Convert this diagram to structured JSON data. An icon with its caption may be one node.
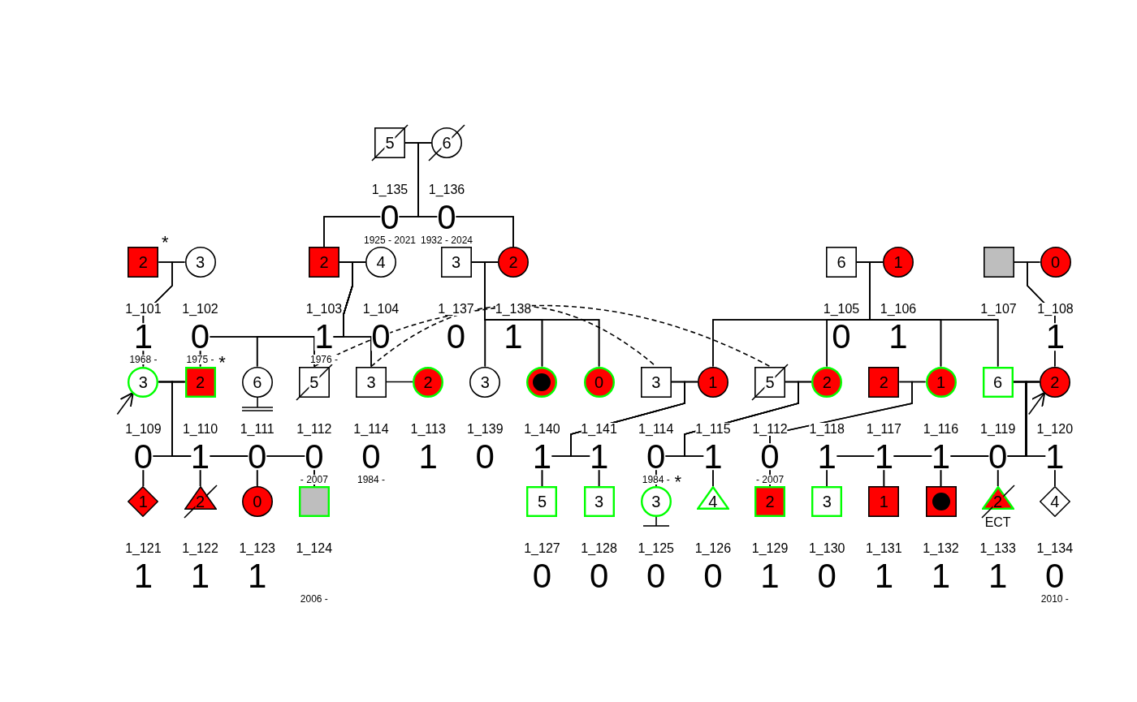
{
  "diagram": {
    "nodes": [
      {
        "text": [
          "5"
        ],
        "beside": [
          "1_135",
          "0",
          "1925 - 2021"
        ]
      },
      {
        "text": [
          "6"
        ],
        "beside": [
          "1_136",
          "0",
          "1932 - 2024"
        ]
      },
      {
        "text": [
          "2"
        ],
        "beside": [
          "*",
          "1_101",
          "1",
          "1968 -"
        ]
      },
      {
        "text": [
          "3"
        ],
        "beside": [
          "1_102",
          "0",
          "1975 -"
        ]
      },
      {
        "text": [
          "2"
        ],
        "beside": [
          "1_103",
          "1",
          "1976 -"
        ]
      },
      {
        "text": [
          "4"
        ],
        "beside": [
          "1_104",
          "0"
        ]
      },
      {
        "text": [
          "3"
        ],
        "beside": [
          "1_137",
          "0"
        ]
      },
      {
        "text": [
          "2"
        ],
        "beside": [
          "1_138",
          "1"
        ]
      },
      {
        "text": [
          "6"
        ],
        "beside": [
          "1_105",
          "0"
        ]
      },
      {
        "text": [
          "1"
        ],
        "beside": [
          "1_106",
          "1"
        ]
      },
      {
        "text": [],
        "shape": "box",
        "beside": [
          "1_107"
        ]
      },
      {
        "text": [
          "0"
        ],
        "beside": [
          "1_108",
          "1"
        ]
      },
      {
        "text": [
          "3"
        ],
        "beside": [
          "1_109",
          "0"
        ]
      },
      {
        "text": [
          "2"
        ],
        "beside": [
          "*",
          "1_110",
          "1"
        ]
      },
      {
        "text": [
          "6"
        ],
        "beside": [
          "1_111",
          "0"
        ]
      },
      {
        "text": [
          "5"
        ],
        "beside": [
          "1_112",
          "0",
          "- 2007"
        ]
      },
      {
        "text": [
          "3"
        ],
        "beside": [
          "1_114",
          "0",
          "1984 -"
        ]
      },
      {
        "text": [
          "2"
        ],
        "beside": [
          "1_113",
          "1"
        ]
      },
      {
        "text": [
          "3"
        ],
        "beside": [
          "1_139",
          "0"
        ]
      },
      {
        "text": [],
        "shape": "circle",
        "beside": [
          "1_140",
          "1"
        ]
      },
      {
        "text": [
          "0"
        ],
        "beside": [
          "1_141",
          "1"
        ]
      },
      {
        "text": [
          "3"
        ],
        "beside": [
          "1_114",
          "0",
          "1984 -"
        ]
      },
      {
        "text": [
          "1"
        ],
        "beside": [
          "1_115",
          "1"
        ]
      },
      {
        "text": [
          "5"
        ],
        "beside": [
          "1_112",
          "0",
          "- 2007"
        ]
      },
      {
        "text": [
          "2"
        ],
        "beside": [
          "1_118",
          "1"
        ]
      },
      {
        "text": [
          "2"
        ],
        "beside": [
          "1_117",
          "1"
        ]
      },
      {
        "text": [
          "1"
        ],
        "beside": [
          "1_116",
          "1"
        ]
      },
      {
        "text": [
          "6"
        ],
        "beside": [
          "1_119",
          "0"
        ]
      },
      {
        "text": [
          "2"
        ],
        "beside": [
          "1_120",
          "1"
        ]
      },
      {
        "text": [
          "1"
        ],
        "beside": [
          "1_121",
          "1"
        ]
      },
      {
        "text": [
          "2"
        ],
        "beside": [
          "1_122",
          "1"
        ]
      },
      {
        "text": [
          "0"
        ],
        "beside": [
          "1_123",
          "1"
        ]
      },
      {
        "text": [],
        "shape": "box",
        "beside": [
          "1_124"
        ]
      },
      {
        "text": [
          "5"
        ],
        "beside": [
          "1_127",
          "0"
        ]
      },
      {
        "text": [
          "3"
        ],
        "beside": [
          "1_128",
          "0"
        ]
      },
      {
        "text": [
          "3"
        ],
        "beside": [
          "*",
          "1_125",
          "0"
        ]
      },
      {
        "text": [
          "4"
        ],
        "beside": [
          "1_126",
          "0"
        ]
      },
      {
        "text": [
          "2"
        ],
        "beside": [
          "1_129",
          "1"
        ]
      },
      {
        "text": [
          "3"
        ],
        "beside": [
          "1_130",
          "0"
        ]
      },
      {
        "text": [
          "1"
        ],
        "beside": [
          "1_131",
          "1"
        ]
      },
      {
        "text": [],
        "shape": "box",
        "beside": [
          "1_132",
          "1"
        ]
      },
      {
        "text": [
          "2"
        ],
        "beside": [
          "ECT",
          "1_133",
          "1"
        ]
      },
      {
        "text": [
          "4"
        ],
        "beside": [
          "1_134",
          "0",
          "2010 -"
        ]
      }
    ],
    "edges": [
      {
        "from": 0,
        "to": 1,
        "arrow": "none"
      },
      {
        "from": 0,
        "to": 4,
        "arrow": "none"
      },
      {
        "from": 1,
        "to": 4,
        "arrow": "none"
      },
      {
        "from": 0,
        "to": 7,
        "arrow": "none"
      },
      {
        "from": 1,
        "to": 7,
        "arrow": "none"
      },
      {
        "from": 2,
        "to": 3,
        "arrow": "none"
      },
      {
        "from": 2,
        "to": 12,
        "arrow": "none"
      },
      {
        "from": 3,
        "to": 12,
        "arrow": "none"
      },
      {
        "from": 4,
        "to": 5,
        "arrow": "none"
      },
      {
        "from": 4,
        "to": 13,
        "arrow": "none"
      },
      {
        "from": 5,
        "to": 13,
        "arrow": "none"
      },
      {
        "from": 4,
        "to": 14,
        "arrow": "none"
      },
      {
        "from": 5,
        "to": 14,
        "arrow": "none"
      },
      {
        "from": 4,
        "to": 15,
        "arrow": "none"
      },
      {
        "from": 5,
        "to": 15,
        "arrow": "none"
      },
      {
        "from": 4,
        "to": 16,
        "arrow": "none"
      },
      {
        "from": 5,
        "to": 16,
        "arrow": "none"
      },
      {
        "from": 6,
        "to": 7,
        "arrow": "none"
      },
      {
        "from": 6,
        "to": 18,
        "arrow": "none"
      },
      {
        "from": 7,
        "to": 18,
        "arrow": "none"
      },
      {
        "from": 6,
        "to": 19,
        "arrow": "none"
      },
      {
        "from": 7,
        "to": 19,
        "arrow": "none"
      },
      {
        "from": 6,
        "to": 20,
        "arrow": "none"
      },
      {
        "from": 7,
        "to": 20,
        "arrow": "none"
      },
      {
        "from": 8,
        "to": 9,
        "arrow": "none"
      },
      {
        "from": 8,
        "to": 22,
        "arrow": "none"
      },
      {
        "from": 9,
        "to": 22,
        "arrow": "none"
      },
      {
        "from": 8,
        "to": 24,
        "arrow": "none"
      },
      {
        "from": 9,
        "to": 24,
        "arrow": "none"
      },
      {
        "from": 8,
        "to": 26,
        "arrow": "none"
      },
      {
        "from": 9,
        "to": 26,
        "arrow": "none"
      },
      {
        "from": 8,
        "to": 27,
        "arrow": "none"
      },
      {
        "from": 9,
        "to": 27,
        "arrow": "none"
      },
      {
        "from": 10,
        "to": 11,
        "arrow": "none"
      },
      {
        "from": 10,
        "to": 28,
        "arrow": "none"
      },
      {
        "from": 11,
        "to": 28,
        "arrow": "none"
      },
      {
        "from": 12,
        "to": 13,
        "arrow": "none"
      },
      {
        "from": 12,
        "to": 29,
        "arrow": "none"
      },
      {
        "from": 13,
        "to": 29,
        "arrow": "none"
      },
      {
        "from": 12,
        "to": 30,
        "arrow": "none"
      },
      {
        "from": 13,
        "to": 30,
        "arrow": "none"
      },
      {
        "from": 12,
        "to": 31,
        "arrow": "none"
      },
      {
        "from": 13,
        "to": 31,
        "arrow": "none"
      },
      {
        "from": 12,
        "to": 32,
        "arrow": "none"
      },
      {
        "from": 13,
        "to": 32,
        "arrow": "none"
      },
      {
        "from": 16,
        "to": 17,
        "arrow": "none"
      },
      {
        "from": 21,
        "to": 22,
        "arrow": "none"
      },
      {
        "from": 21,
        "to": 33,
        "arrow": "none"
      },
      {
        "from": 22,
        "to": 33,
        "arrow": "none"
      },
      {
        "from": 21,
        "to": 34,
        "arrow": "none"
      },
      {
        "from": 22,
        "to": 34,
        "arrow": "none"
      },
      {
        "from": 23,
        "to": 24,
        "arrow": "none"
      },
      {
        "from": 23,
        "to": 35,
        "arrow": "none"
      },
      {
        "from": 24,
        "to": 35,
        "arrow": "none"
      },
      {
        "from": 23,
        "to": 36,
        "arrow": "none"
      },
      {
        "from": 24,
        "to": 36,
        "arrow": "none"
      },
      {
        "from": 25,
        "to": 26,
        "arrow": "none"
      },
      {
        "from": 25,
        "to": 37,
        "arrow": "none"
      },
      {
        "from": 26,
        "to": 37,
        "arrow": "none"
      },
      {
        "from": 27,
        "to": 28,
        "arrow": "none"
      },
      {
        "from": 27,
        "to": 38,
        "arrow": "none"
      },
      {
        "from": 28,
        "to": 38,
        "arrow": "none"
      },
      {
        "from": 27,
        "to": 39,
        "arrow": "none"
      },
      {
        "from": 28,
        "to": 39,
        "arrow": "none"
      },
      {
        "from": 27,
        "to": 40,
        "arrow": "none"
      },
      {
        "from": 28,
        "to": 40,
        "arrow": "none"
      },
      {
        "from": 27,
        "to": 41,
        "arrow": "none"
      },
      {
        "from": 28,
        "to": 41,
        "arrow": "none"
      },
      {
        "from": 27,
        "to": 42,
        "arrow": "none"
      },
      {
        "from": 28,
        "to": 42,
        "arrow": "none"
      },
      {
        "from": 15,
        "to": 23,
        "arrow": "none",
        "style": "dashed"
      },
      {
        "from": 16,
        "to": 21,
        "arrow": "none",
        "style": "dashed"
      },
      {
        "from": null,
        "to": 12,
        "arrow": "to"
      },
      {
        "from": null,
        "to": 28,
        "arrow": "to"
      }
    ],
    "labels": [
      "2006 -"
    ]
  }
}
